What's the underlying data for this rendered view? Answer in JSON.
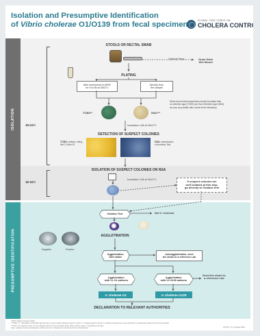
{
  "title": {
    "line1": "Isolation and Presumptive Identification",
    "line2_prefix": "of ",
    "line2_species": "Vibrio cholerae",
    "line2_suffix": " O1/O139 from fecal specimens"
  },
  "logo": {
    "top_text": "GLOBAL TASK FORCE ON",
    "main_text": "CHOLERA CONTROL"
  },
  "sections": {
    "isolation": "ISOLATION",
    "presumptive": "PRESUMPTIVE IDENTIFICATION"
  },
  "times": {
    "first": "18-24 h",
    "second": "18-18 h"
  },
  "steps": {
    "stools": "STOOLS OR RECTAL SWAB",
    "optional_steps": "Optional Steps",
    "gram_stain": "Gram Stain\nWet Mount",
    "plating": "PLATING",
    "enrichment": "After enrichment in APW*\nfor 6 to 8h at 35±2°C",
    "direct": "Directly from\nthe sample",
    "tcbs": "TCBS**",
    "nsa": "NSA***",
    "plating_note": "Direct and enriched specimens should be plated both\non selective agar (TCBS) and Non Selective Agar (NSA)\nas soon as possible after arrival at the laboratory.",
    "incubation1": "Incubation 18h at 35±2°C",
    "detection": "DETECTION OF SUSPECT COLONIES",
    "tcbs_desc_label": "TCBS:",
    "tcbs_desc": "yellow, shiny,\nflat 2-3mm Ø",
    "nsa_desc_label": "NSA:",
    "nsa_desc": "translucent,\ncolourless, flat",
    "isolation_nsa": "ISOLATION OF SUSPECT COLONIES ON NSA",
    "incubation2": "Incubation 18h at 35±2°C",
    "suspect_note": "If suspect colonies are\nwell isolated at this step,\ngo directly to Oxidase test",
    "oxidase": "Oxidase Test",
    "not_vc": "Not V. cholerae",
    "agglutination": "AGGLUTINATION",
    "negative": "Negative",
    "positive": "Positive",
    "agg_saline": "Agglutination\nwith saline",
    "autoagg": "Autoagglutination, send\nthe strain to a reference Lab",
    "agg_o1": "Agglutination\nwith Vc O1 antisera",
    "agg_o139": "Agglutination\nwith Vc O139 antisera",
    "send_ref": "Send the strain to\na reference Lab",
    "vc_o1": "V. cholerae O1",
    "vc_o139": "V. cholerae O139",
    "declaration": "DECLARATION TO RELEVANT AUTHORITIES"
  },
  "footer": {
    "line1": "*APW: Alkaline Peptone Water",
    "line2": "**TCBS: i.e. Thiosulfate Citrate Bile Salt Sucrose, recommended selective agar for Vibrio. Ⅴ. cholerae agar for which V. cholerae colonies are not as reported in an alternative agar but not recommended",
    "line3": "***NSA: non selective agar, such as Mueller-Hinton (recommended), Brain Heart Infusion Agar, or Trypticase Soy Agar",
    "line4": "Note: Isolates that are serologically confirmed to be V. cholerae O1 should be further characterized",
    "ref": "GTFCC_LH_3 August 2022"
  },
  "colors": {
    "title": "#2a7a8f",
    "isolation_side": "#6f6f6f",
    "presumptive_side": "#3aa0a0",
    "presumptive_band": "#d5ecec",
    "result_box": "#2f9aa6",
    "tcbs_plate": "#3f7a5a",
    "nsa_plate": "#d8c79a"
  }
}
